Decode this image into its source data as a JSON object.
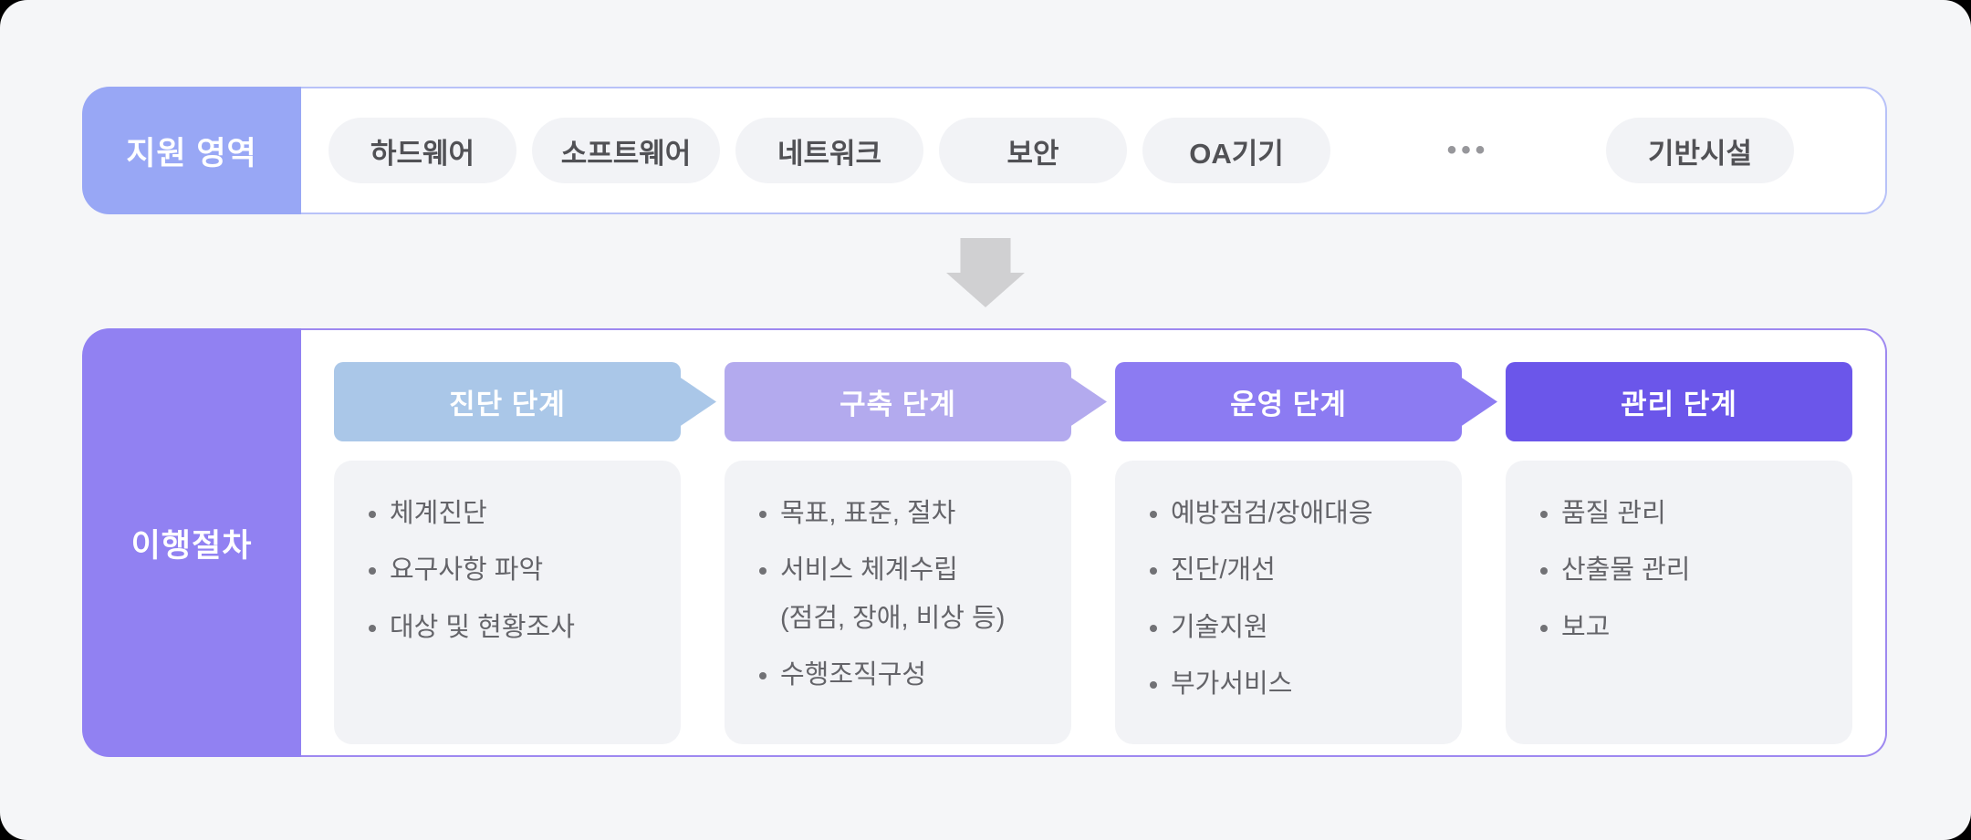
{
  "page": {
    "background": "#f5f6f8",
    "outer_background": "#000000"
  },
  "support": {
    "label": "지원 영역",
    "label_bg": "#98a7f5",
    "border_color": "#b8c2f8",
    "pill_bg": "#f2f3f6",
    "pill_text_color": "#515155",
    "items": [
      "하드웨어",
      "소프트웨어",
      "네트워크",
      "보안",
      "OA기기",
      "기반시설"
    ],
    "ellipsis": "•••"
  },
  "arrow": {
    "color": "#d0d0d2"
  },
  "process": {
    "label": "이행절차",
    "label_bg": "#9181f2",
    "border_color": "#9e89f0",
    "card_bg": "#f2f3f6",
    "item_text_color": "#646469",
    "bullet": "•",
    "stages": [
      {
        "title": "진단 단계",
        "color": "#aac7e8",
        "has_arrow": true,
        "items": [
          {
            "text": "체계진단"
          },
          {
            "text": "요구사항 파악"
          },
          {
            "text": "대상 및 현황조사"
          }
        ]
      },
      {
        "title": "구축 단계",
        "color": "#b3aaee",
        "has_arrow": true,
        "items": [
          {
            "text": "목표, 표준, 절차"
          },
          {
            "text": "서비스 체계수립",
            "sub": "(점검, 장애, 비상 등)"
          },
          {
            "text": "수행조직구성"
          }
        ]
      },
      {
        "title": "운영 단계",
        "color": "#8c7bf2",
        "has_arrow": true,
        "items": [
          {
            "text": "예방점검/장애대응"
          },
          {
            "text": "진단/개선"
          },
          {
            "text": "기술지원"
          },
          {
            "text": "부가서비스"
          }
        ]
      },
      {
        "title": "관리 단계",
        "color": "#6b56ea",
        "has_arrow": false,
        "items": [
          {
            "text": "품질 관리"
          },
          {
            "text": "산출물 관리"
          },
          {
            "text": "보고"
          }
        ]
      }
    ]
  }
}
